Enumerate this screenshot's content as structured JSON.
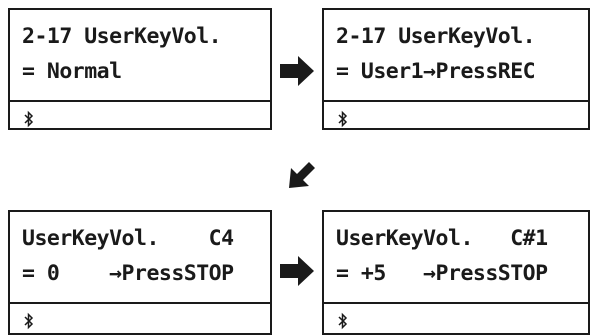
{
  "screens": [
    {
      "line1": "2-17 UserKeyVol.",
      "line2": "= Normal"
    },
    {
      "line1": "2-17 UserKeyVol.",
      "line2": "= User1→PressREC"
    },
    {
      "line1": "UserKeyVol.    C4",
      "line2": "= 0    →PressSTOP"
    },
    {
      "line1": "UserKeyVol.   C#1",
      "line2": "= +5   →PressSTOP"
    }
  ],
  "icons": {
    "status": "bluetooth-icon",
    "flow_right": "arrow-right-icon",
    "flow_down_left": "arrow-down-left-icon"
  },
  "colors": {
    "ink": "#1a1a1a",
    "background": "#ffffff"
  }
}
